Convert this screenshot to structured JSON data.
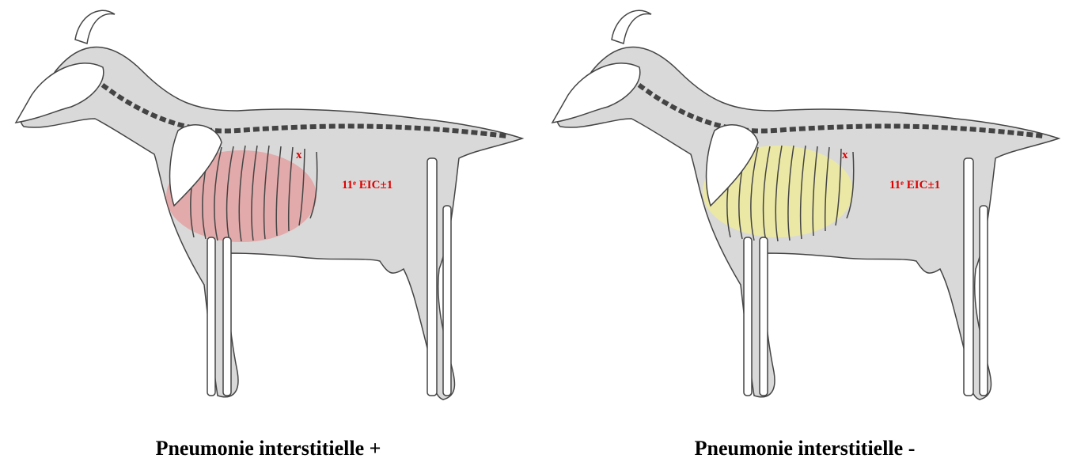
{
  "panels": [
    {
      "caption": "Pneumonie interstitielle +",
      "lung_color": "#e88a8a",
      "landmark_label": "11ᵉ EIC±1",
      "marker_symbol": "x"
    },
    {
      "caption": "Pneumonie interstitielle -",
      "lung_color": "#f2ee8f",
      "landmark_label": "11ᵉ EIC±1",
      "marker_symbol": "x"
    }
  ],
  "colors": {
    "body_fill": "#d9d9d9",
    "outline": "#444444",
    "bone_fill": "#ffffff",
    "label": "#e00000"
  }
}
